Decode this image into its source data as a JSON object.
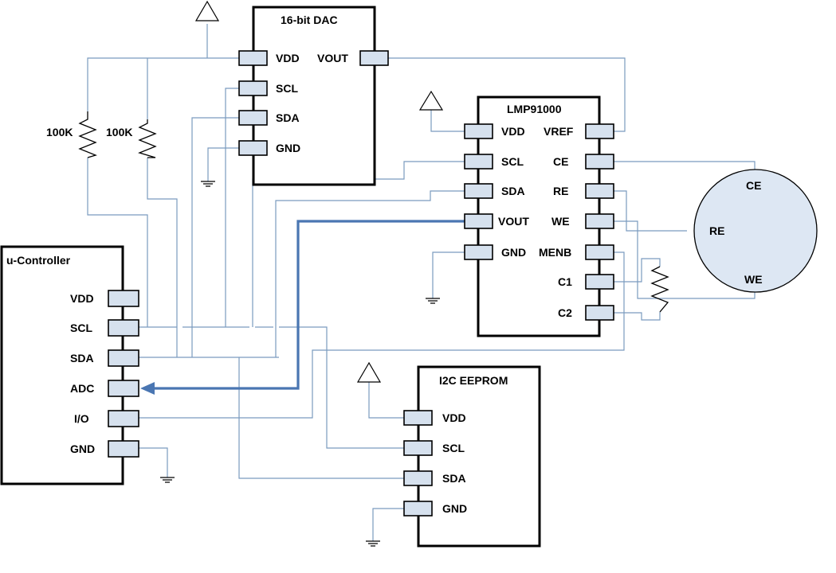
{
  "chips": {
    "dac": {
      "title": "16-bit DAC",
      "pins": [
        "VDD",
        "SCL",
        "SDA",
        "GND",
        "VOUT"
      ]
    },
    "lmp": {
      "title": "LMP91000",
      "pins": [
        "VDD",
        "SCL",
        "SDA",
        "VOUT",
        "GND",
        "VREF",
        "CE",
        "RE",
        "WE",
        "MENB",
        "C1",
        "C2"
      ]
    },
    "mcu": {
      "title": "u-Controller",
      "pins": [
        "VDD",
        "SCL",
        "SDA",
        "ADC",
        "I/O",
        "GND"
      ]
    },
    "eeprom": {
      "title": "I2C EEPROM",
      "pins": [
        "VDD",
        "SCL",
        "SDA",
        "GND"
      ]
    }
  },
  "resistors": {
    "r1": "100K",
    "r2": "100K"
  },
  "sensor": {
    "ce": "CE",
    "re": "RE",
    "we": "WE"
  },
  "colors": {
    "wire": "#7a9bbf",
    "bus": "#4a76b2",
    "pin_fill": "#d6e1ee"
  }
}
